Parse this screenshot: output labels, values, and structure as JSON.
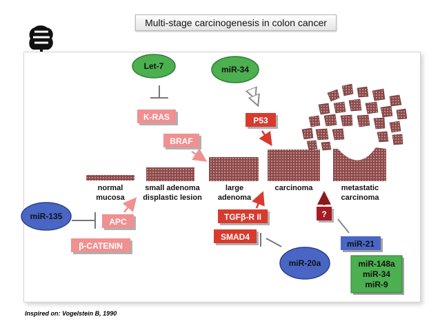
{
  "title": "Multi-stage carcinogenesis in colon cancer",
  "colors": {
    "green": "#4caf50",
    "blue": "#4a66c4",
    "pink": "#f09090",
    "red": "#d93a2e",
    "tissue": "#8a4a4a"
  },
  "stages": [
    {
      "line1": "normal",
      "line2": "mucosa"
    },
    {
      "line1": "small adenoma",
      "line2": "displastic lesion"
    },
    {
      "line1": "large",
      "line2": "adenoma"
    },
    {
      "line1": "carcinoma",
      "line2": ""
    },
    {
      "line1": "metastatic",
      "line2": "carcinoma"
    }
  ],
  "mirnas": {
    "let7": "Let-7",
    "mir34": "miR-34",
    "mir135": "miR-135",
    "mir20a": "miR-20a",
    "mir21": "miR-21",
    "combo": [
      "miR-148a",
      "miR-34",
      "miR-9"
    ]
  },
  "genes": {
    "kras": "K-RAS",
    "braf": "BRAF",
    "p53": "P53",
    "apc": "APC",
    "bcatenin": "β-CATENIN",
    "tgfbr2": "TGFβ-R II",
    "smad4": "SMAD4",
    "unknown": "?"
  },
  "footnote": "Inspired on: Vogelstein B, 1990"
}
